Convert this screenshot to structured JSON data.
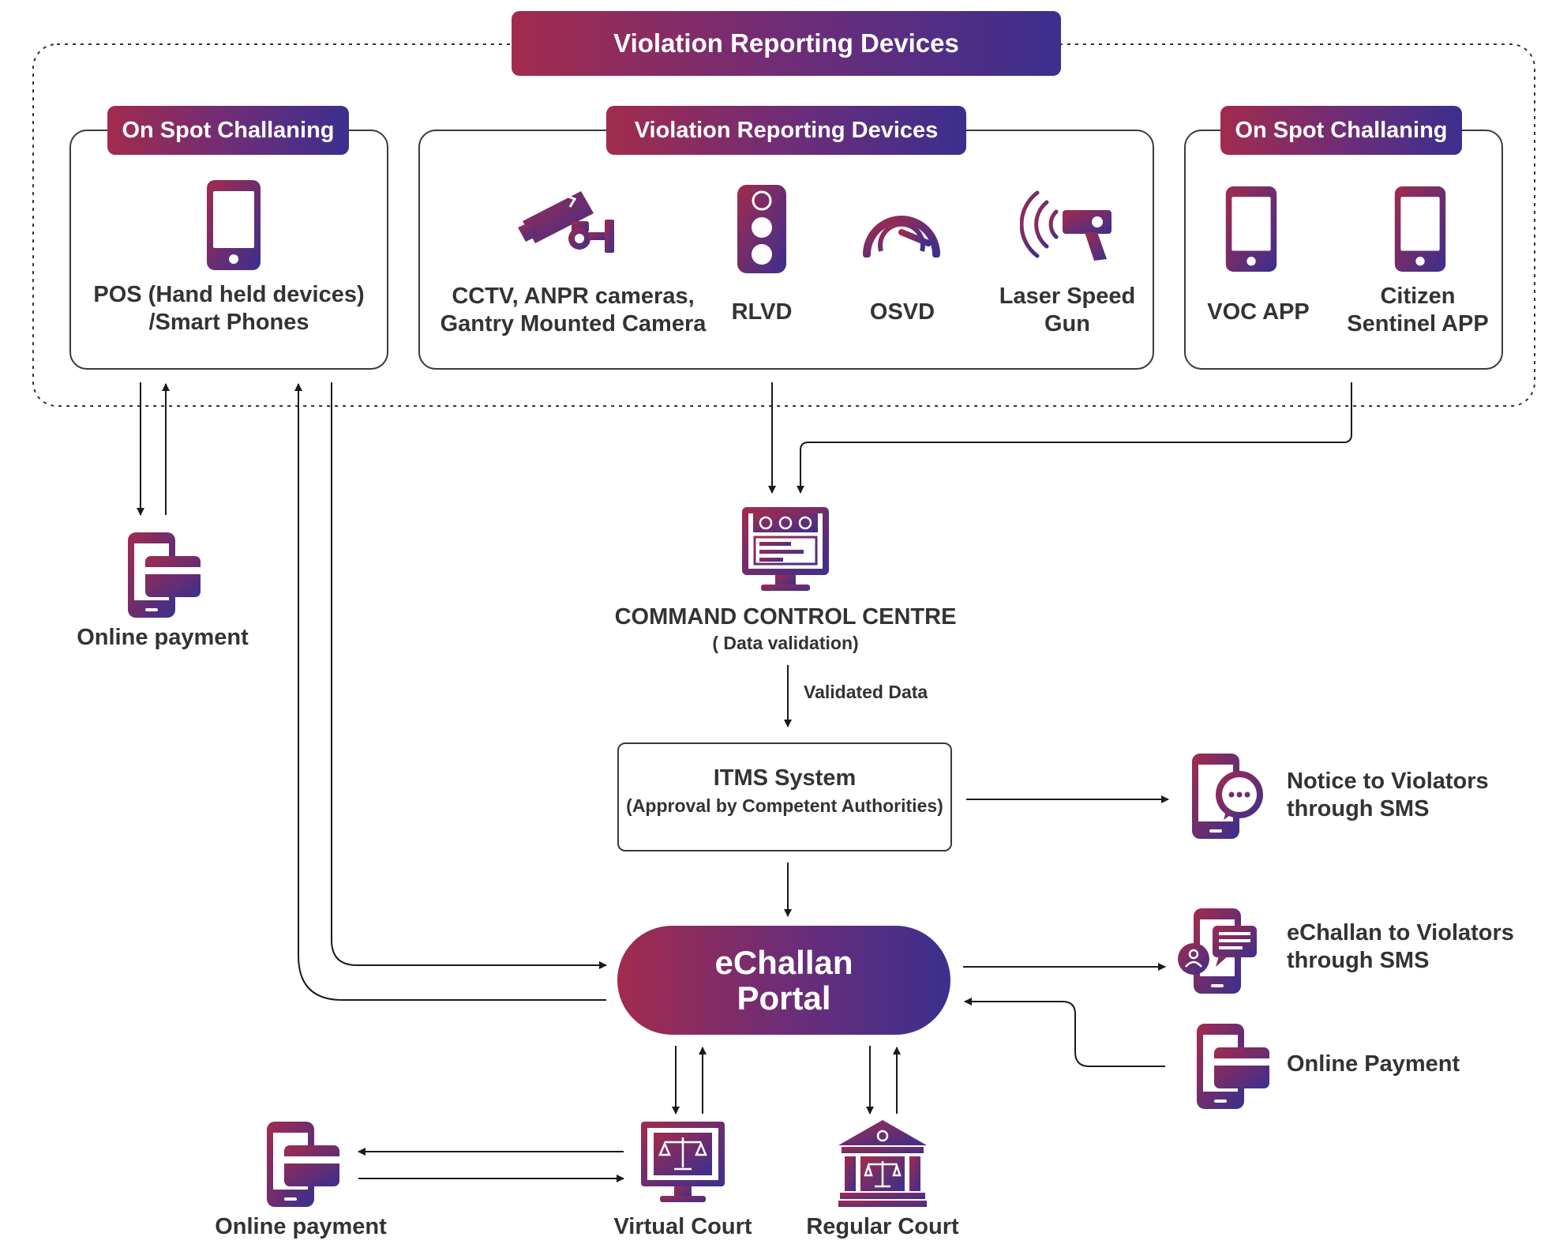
{
  "header": {
    "title": "Violation Reporting Devices"
  },
  "groups": {
    "left": {
      "title": "On Spot Challaning",
      "item_label": "POS (Hand held devices)\n/Smart Phones"
    },
    "middle": {
      "title": "Violation Reporting Devices",
      "items": [
        {
          "label": "CCTV, ANPR cameras,\nGantry Mounted Camera",
          "icon": "cctv-camera-icon"
        },
        {
          "label": "RLVD",
          "icon": "traffic-light-icon"
        },
        {
          "label": "OSVD",
          "icon": "speedometer-icon"
        },
        {
          "label": "Laser Speed\nGun",
          "icon": "laser-speed-gun-icon"
        }
      ]
    },
    "right": {
      "title": "On Spot Challaning",
      "items": [
        {
          "label": "VOC APP",
          "icon": "smartphone-icon"
        },
        {
          "label": "Citizen\nSentinel APP",
          "icon": "smartphone-icon"
        }
      ]
    }
  },
  "nodes": {
    "online_payment_left": "Online payment",
    "command_centre": {
      "title": "COMMAND CONTROL CENTRE",
      "subtitle": "( Data validation)"
    },
    "validated_data": "Validated Data",
    "itms": {
      "title": "ITMS System",
      "subtitle": "(Approval by Competent Authorities)"
    },
    "notice_sms": "Notice to Violators\nthrough SMS",
    "echallan_portal": "eChallan\nPortal",
    "echallan_sms": "eChallan to Violators\nthrough SMS",
    "online_payment_right": "Online Payment",
    "online_payment_bottom": "Online payment",
    "virtual_court": "Virtual Court",
    "regular_court": "Regular Court"
  },
  "colors": {
    "gradient_start": "#a22b4d",
    "gradient_mid": "#6a2d7a",
    "gradient_end": "#3b2f8e",
    "line": "#1a1a1a"
  }
}
